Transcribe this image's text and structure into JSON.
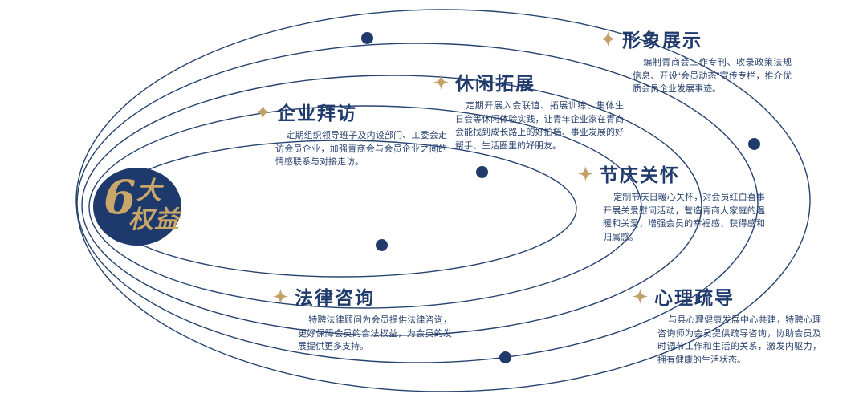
{
  "colors": {
    "navy": "#1f3a6b",
    "gold": "#c2a269",
    "background": "#ffffff"
  },
  "badge": {
    "number": "6",
    "unit": "大",
    "word": "权益"
  },
  "benefits": [
    {
      "key": "enterprise-visit",
      "title": "企业拜访",
      "desc": "定期组织领导班子及内设部门、工委会走访会员企业，加强青商会与会员企业之间的情感联系与对接走访。"
    },
    {
      "key": "leisure-expansion",
      "title": "休闲拓展",
      "desc": "定期开展入会联谊、拓展训练、集体生日会等休闲体验实践，让青年企业家在青商会能找到成长路上的好拍档、事业发展的好帮手、生活圈里的好朋友。"
    },
    {
      "key": "image-display",
      "title": "形象展示",
      "desc": "编制青商会工作专刊、收录政策法规信息、开设“会员动态”宣传专栏，推介优质会员企业发展事迹。"
    },
    {
      "key": "festival-care",
      "title": "节庆关怀",
      "desc": "定制节庆日暖心关怀，对会员红白喜事开展关爱慰问活动，营造青商大家庭的温暖和关爱，增强会员的幸福感、获得感和归属感。"
    },
    {
      "key": "legal-consulting",
      "title": "法律咨询",
      "desc": "特聘法律顾问为会员提供法律咨询，更好保障会员的合法权益，为会员的发展提供更多支持。"
    },
    {
      "key": "psychological-counseling",
      "title": "心理疏导",
      "desc": "与县心理健康发展中心共建，特聘心理咨询师为会员提供疏导咨询，协助会员及时调节工作和生活的关系，激发内驱力，拥有健康的生活状态。"
    }
  ]
}
